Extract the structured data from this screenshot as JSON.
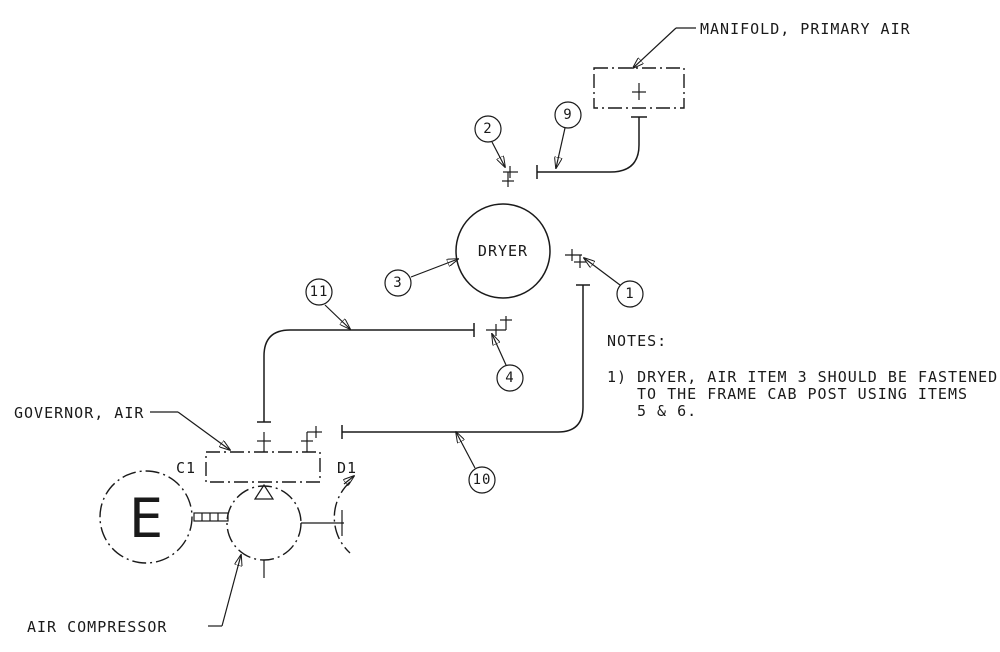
{
  "labels": {
    "manifold": "MANIFOLD, PRIMARY AIR",
    "dryer": "DRYER",
    "governor": "GOVERNOR, AIR",
    "compressor": "AIR COMPRESSOR",
    "engine": "E",
    "c1": "C1",
    "d1": "D1"
  },
  "callouts": [
    "1",
    "2",
    "3",
    "4",
    "9",
    "10",
    "11"
  ],
  "notes": {
    "title": "NOTES:",
    "lines": [
      "1) DRYER, AIR ITEM 3 SHOULD BE FASTENED",
      "TO THE FRAME CAB POST USING ITEMS",
      "5 & 6."
    ]
  }
}
